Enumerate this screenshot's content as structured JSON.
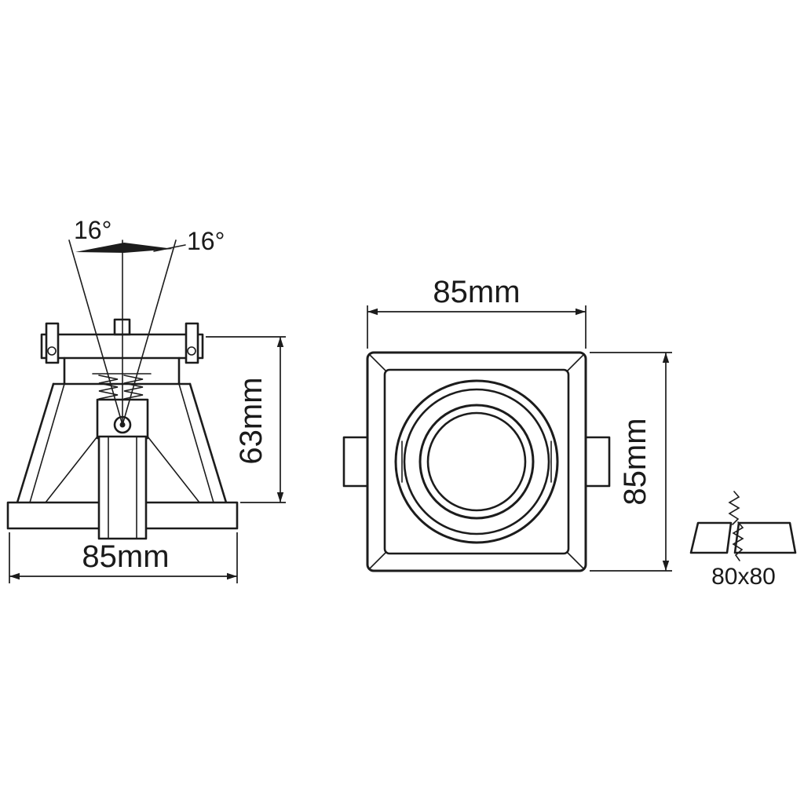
{
  "page": {
    "background_color": "#ffffff",
    "line_color": "#1c1c1c"
  },
  "side_view": {
    "tilt_angle_left": "16°",
    "tilt_angle_right": "16°",
    "height_dimension": "63mm",
    "width_dimension": "85mm"
  },
  "front_view": {
    "width_dimension": "85mm",
    "height_dimension": "85mm"
  },
  "cutout_detail": {
    "size_label": "80x80"
  }
}
